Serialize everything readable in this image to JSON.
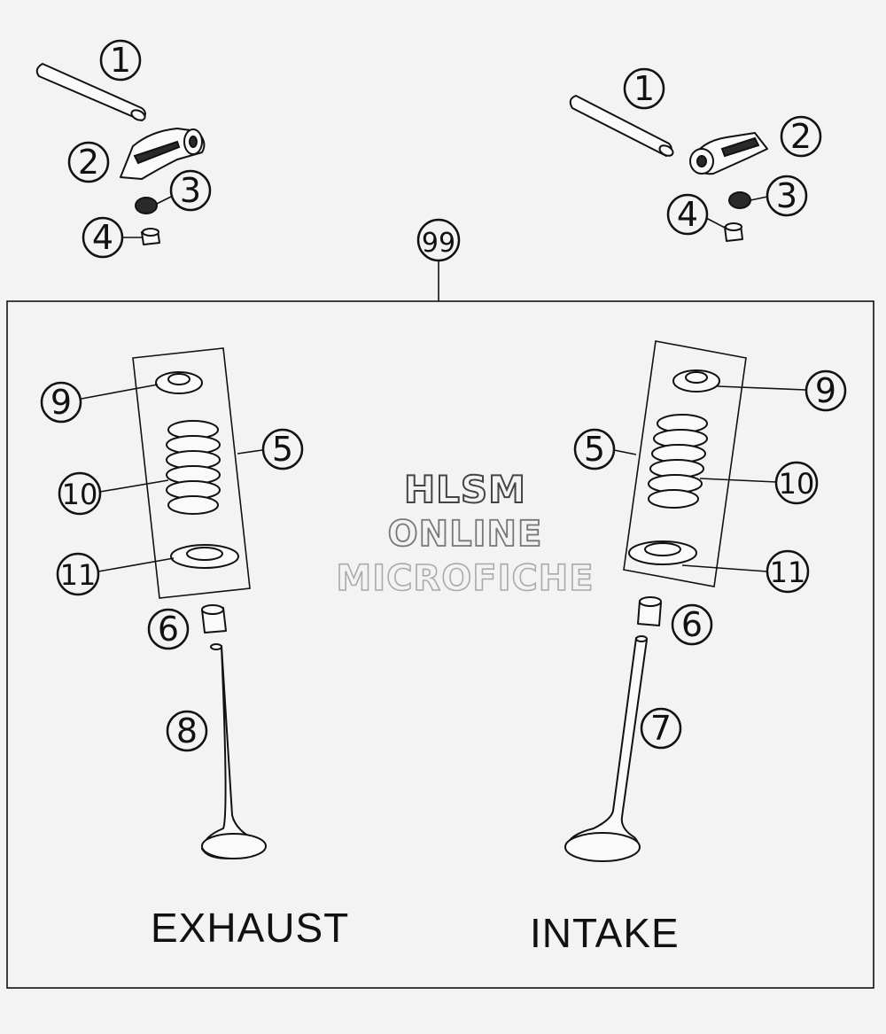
{
  "sections": {
    "exhaust": "EXHAUST",
    "intake": "INTAKE"
  },
  "watermark": [
    "HLSM",
    "ONLINE",
    "MICROFICHE"
  ],
  "callouts": {
    "left": {
      "pin": "1",
      "rocker_arm": "2",
      "pad": "3",
      "sleeve": "4",
      "spring_kit": "5",
      "valve_seal": "6",
      "valve": "8",
      "top_retainer": "9",
      "spring": "10",
      "bottom_seat": "11"
    },
    "right": {
      "pin": "1",
      "rocker_arm": "2",
      "pad": "3",
      "sleeve": "4",
      "spring_kit": "5",
      "valve_seal": "6",
      "valve": "7",
      "top_retainer": "9",
      "spring": "10",
      "bottom_seat": "11"
    },
    "assembly": "99"
  }
}
